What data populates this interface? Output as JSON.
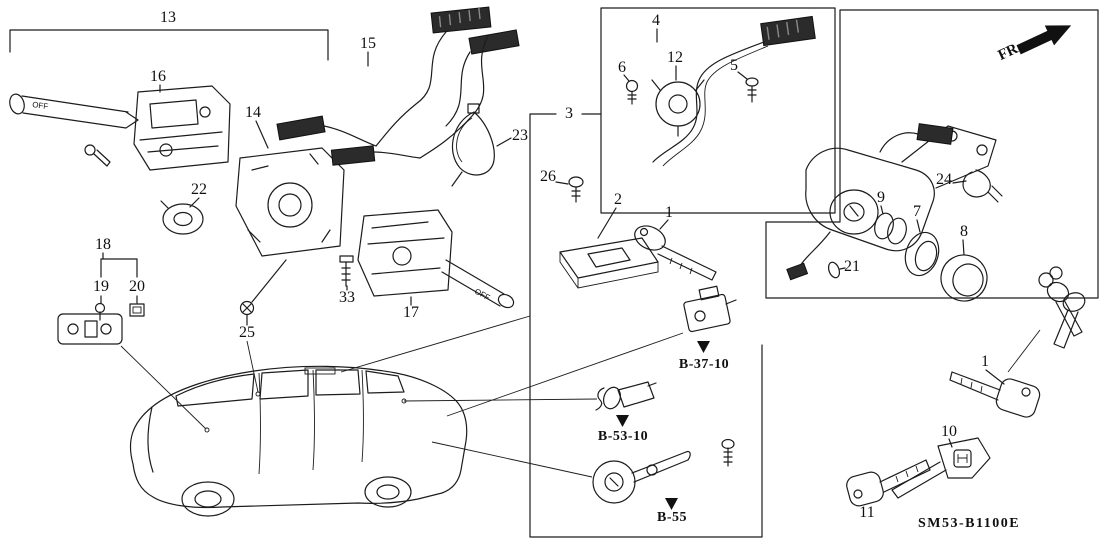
{
  "diagram": {
    "code": "SM53-B1100E",
    "direction_indicator": "FR.",
    "stalk_labels": {
      "turn_signal": "OFF",
      "wiper": "OFF"
    },
    "callouts": [
      {
        "label": "13"
      },
      {
        "label": "15"
      },
      {
        "label": "16"
      },
      {
        "label": "14"
      },
      {
        "label": "23"
      },
      {
        "label": "22"
      },
      {
        "label": "4"
      },
      {
        "label": "6"
      },
      {
        "label": "12"
      },
      {
        "label": "5"
      },
      {
        "label": "3"
      },
      {
        "label": "26"
      },
      {
        "label": "2"
      },
      {
        "label": "1"
      },
      {
        "label": "9"
      },
      {
        "label": "7"
      },
      {
        "label": "8"
      },
      {
        "label": "24"
      },
      {
        "label": "21"
      },
      {
        "label": "18"
      },
      {
        "label": "19"
      },
      {
        "label": "20"
      },
      {
        "label": "25"
      },
      {
        "label": "33"
      },
      {
        "label": "17"
      },
      {
        "label": "1"
      },
      {
        "label": "10"
      },
      {
        "label": "11"
      }
    ],
    "detail_references": [
      {
        "label": "B-37-10"
      },
      {
        "label": "B-53-10"
      },
      {
        "label": "B-55"
      }
    ]
  }
}
